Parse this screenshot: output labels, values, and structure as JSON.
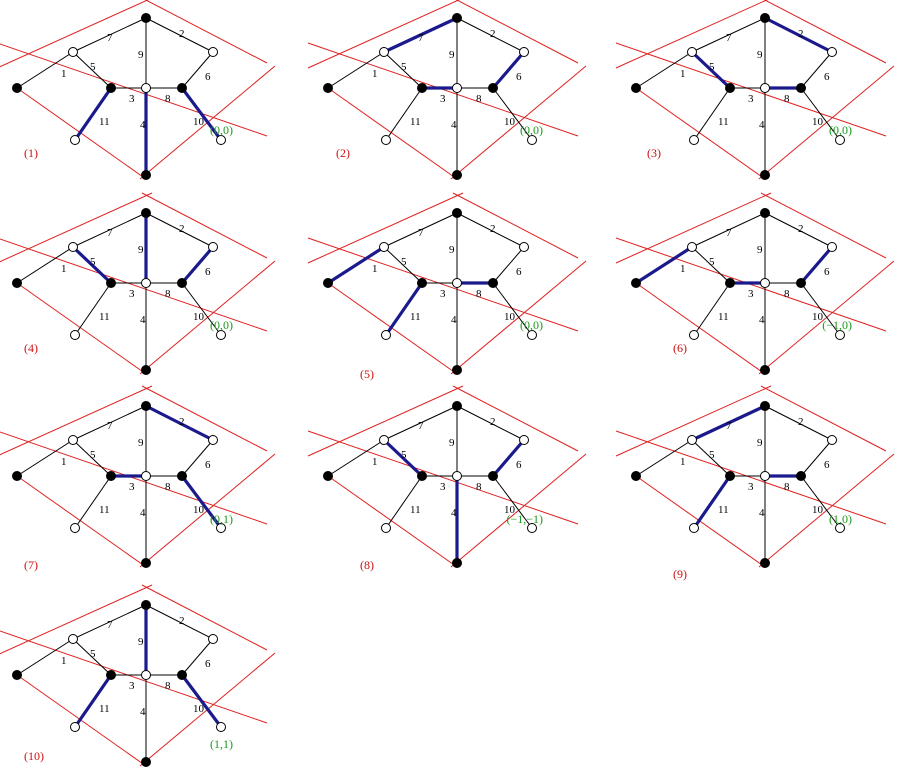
{
  "colors": {
    "boundary": "#e02020",
    "edge": "#000000",
    "matching": "#1a1a8c",
    "panel_label": "#cc1111",
    "coord_label": "#1a9a1a",
    "vertex_black": "#000000",
    "vertex_white": "#ffffff"
  },
  "edge_labels": [
    "1",
    "2",
    "3",
    "4",
    "5",
    "6",
    "7",
    "8",
    "9",
    "10",
    "11"
  ],
  "panels": [
    {
      "label": "(1)",
      "coord": "(0,0)",
      "matching": [
        "4",
        "10",
        "11"
      ]
    },
    {
      "label": "(2)",
      "coord": "(0,0)",
      "matching": [
        "3",
        "6",
        "7"
      ]
    },
    {
      "label": "(3)",
      "coord": "(0,0)",
      "matching": [
        "2",
        "5",
        "8"
      ]
    },
    {
      "label": "(4)",
      "coord": "(0,0)",
      "matching": [
        "5",
        "6",
        "9"
      ]
    },
    {
      "label": "(5)",
      "coord": "(0,0)",
      "matching": [
        "1",
        "8",
        "11"
      ]
    },
    {
      "label": "(6)",
      "coord": "(−1,0)",
      "matching": [
        "1",
        "3",
        "6"
      ]
    },
    {
      "label": "(7)",
      "coord": "(0,1)",
      "matching": [
        "2",
        "3",
        "10"
      ]
    },
    {
      "label": "(8)",
      "coord": "(−1,−1)",
      "matching": [
        "4",
        "5",
        "6"
      ]
    },
    {
      "label": "(9)",
      "coord": "(1,0)",
      "matching": [
        "7",
        "8",
        "11"
      ]
    },
    {
      "label": "(10)",
      "coord": "(1,1)",
      "matching": [
        "9",
        "10",
        "11"
      ]
    }
  ]
}
